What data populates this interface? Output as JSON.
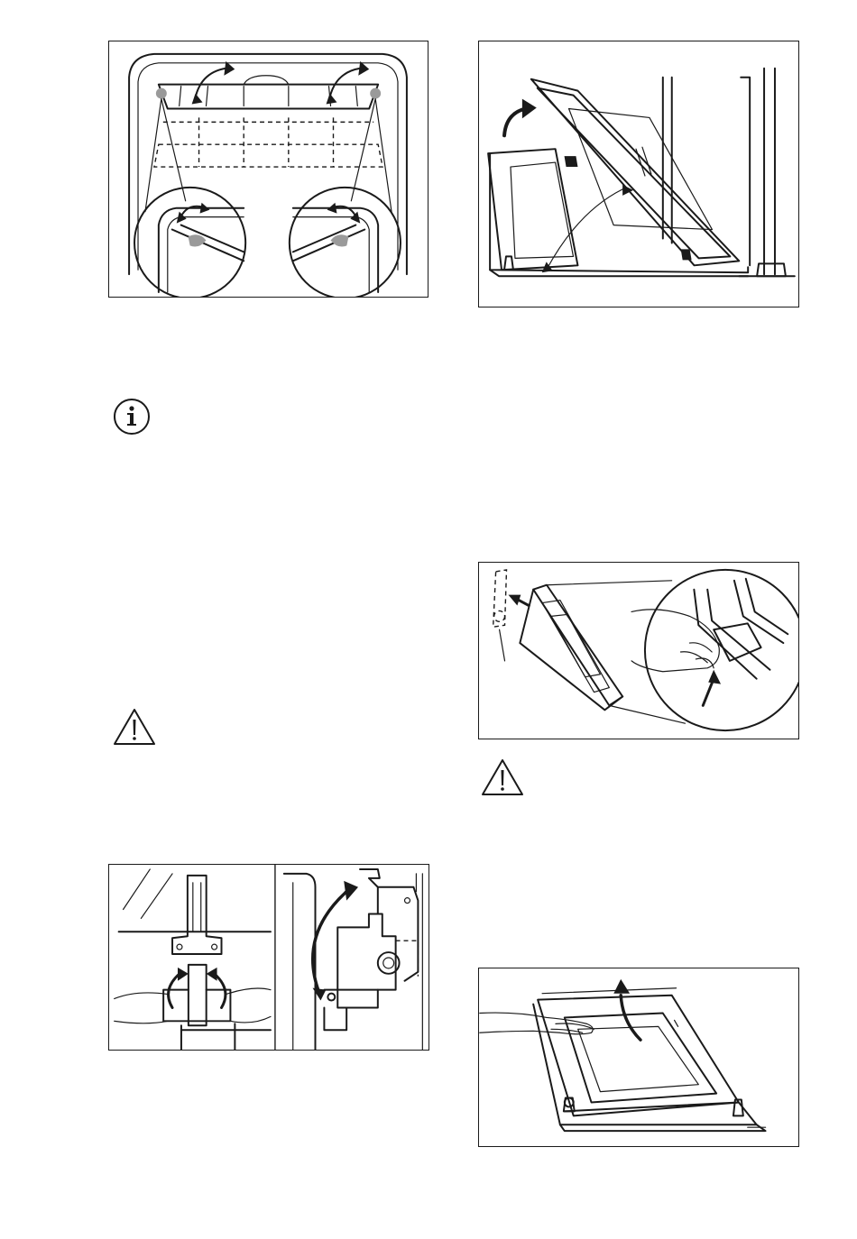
{
  "icons": {
    "info": "info-icon",
    "warning_left": "warning-triangle-icon",
    "warning_right": "warning-triangle-icon"
  },
  "illustrations": [
    "shelf-support-removal-illustration",
    "oven-door-open-illustration",
    "door-glass-panel-removal-illustration",
    "door-hinge-lever-illustration",
    "door-glass-lift-out-illustration"
  ],
  "colors": {
    "line": "#1a1a1a",
    "background": "#ffffff"
  }
}
